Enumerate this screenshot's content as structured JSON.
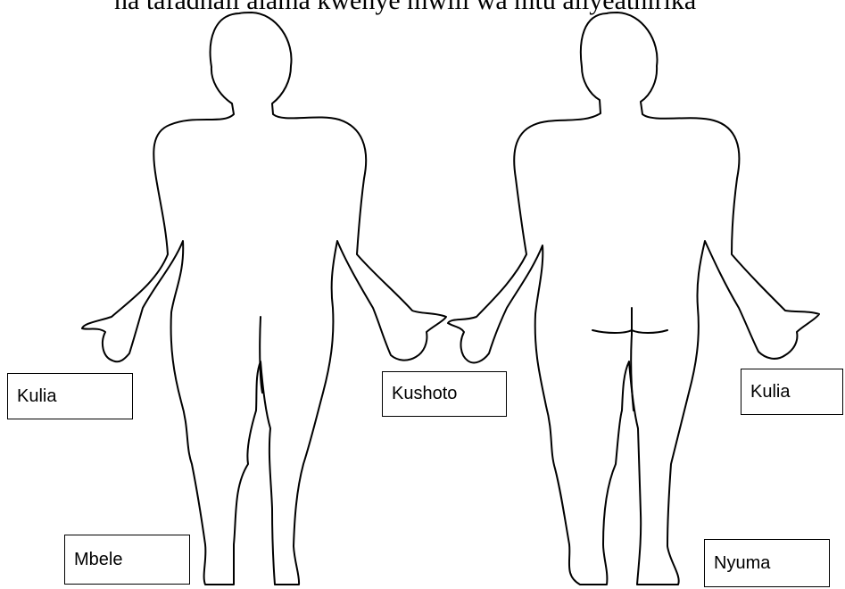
{
  "header_text": "na tafadhali alama kwenye mwili wa mtu aliyeathirika",
  "labels": {
    "kulia_front": "Kulia",
    "kushoto": "Kushoto",
    "kulia_back": "Kulia",
    "mbele": "Mbele",
    "nyuma": "Nyuma"
  },
  "colors": {
    "outline": "#000000",
    "background": "#ffffff",
    "box_border": "#000000"
  }
}
